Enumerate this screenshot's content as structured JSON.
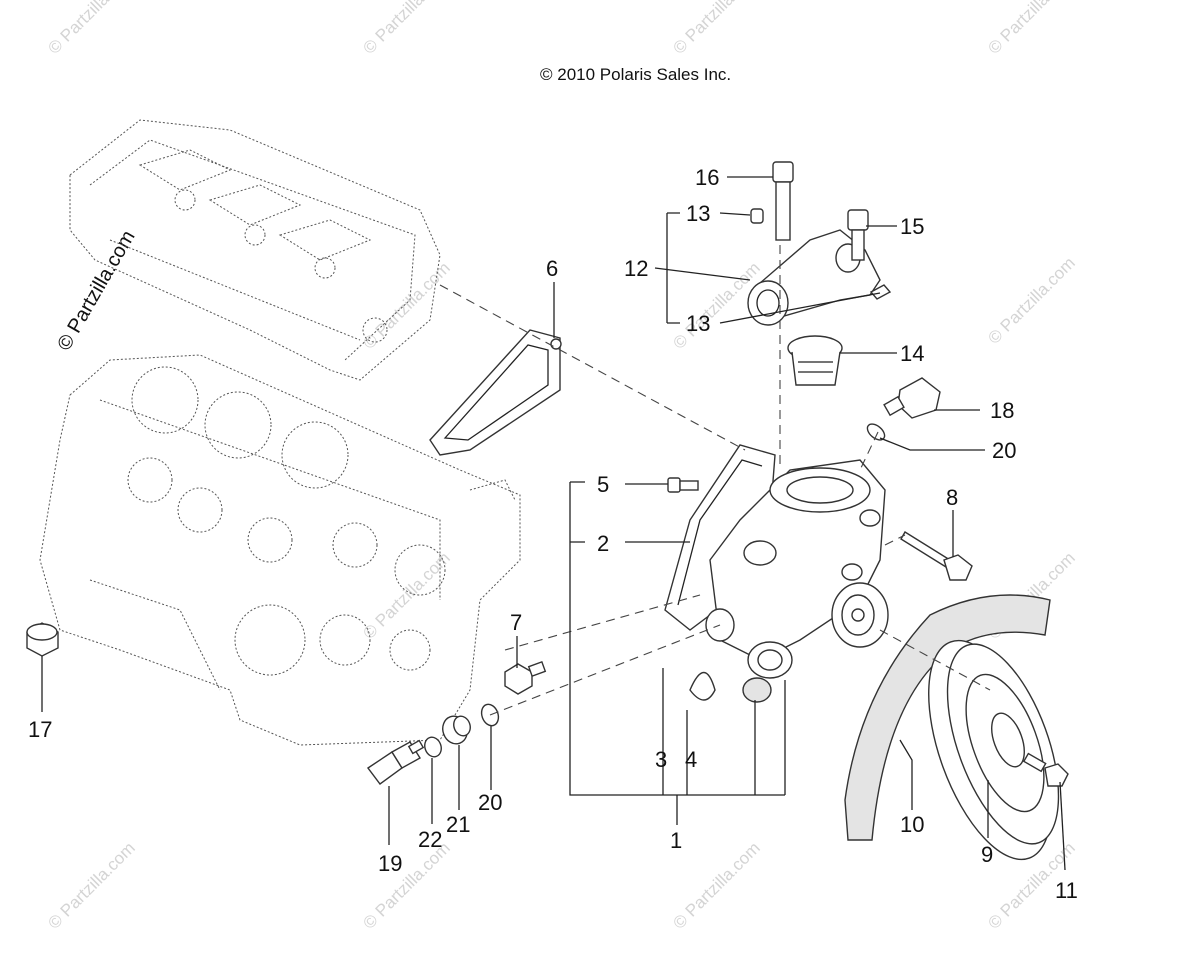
{
  "copyright": "© 2010 Polaris Sales Inc.",
  "watermark": "© Partzilla.com",
  "callouts": [
    "1",
    "2",
    "3",
    "4",
    "5",
    "6",
    "7",
    "8",
    "9",
    "10",
    "11",
    "12",
    "13",
    "13",
    "14",
    "15",
    "16",
    "17",
    "18",
    "19",
    "20",
    "20",
    "21",
    "22"
  ]
}
